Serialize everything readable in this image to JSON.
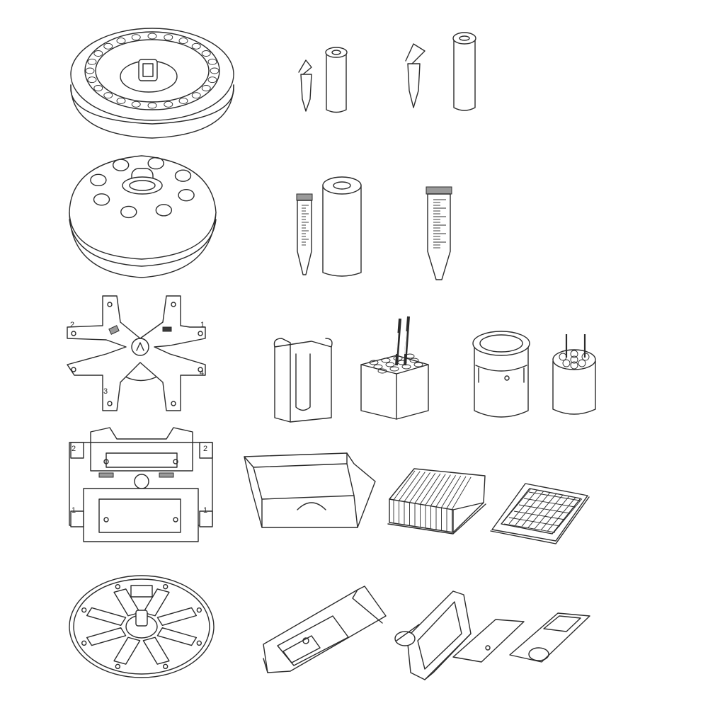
{
  "labels": {
    "swing_positions": [
      "2",
      "1",
      "3",
      "4"
    ],
    "plate_positions": [
      "2",
      "2",
      "1",
      "1"
    ]
  }
}
